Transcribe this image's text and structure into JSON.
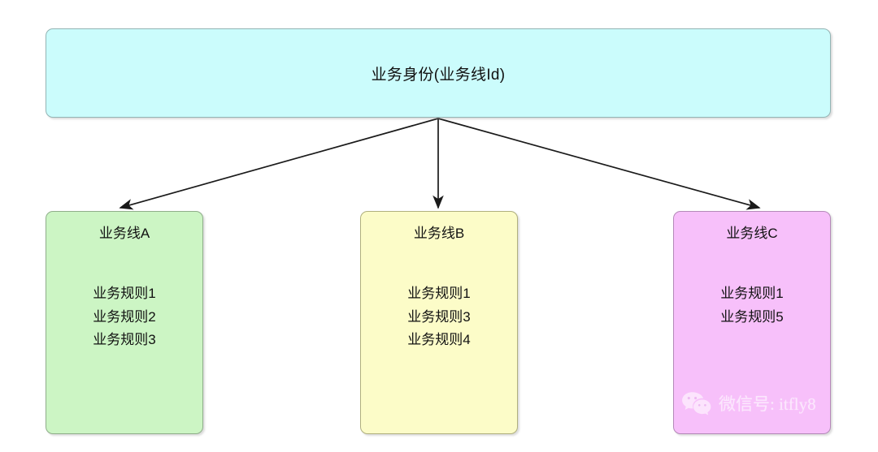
{
  "diagram": {
    "root": {
      "title": "业务身份(业务线Id)",
      "fill": "#cbfcfc"
    },
    "children": [
      {
        "title": "业务线A",
        "fill": "#ccf5c4",
        "rules": [
          "业务规则1",
          "业务规则2",
          "业务规则3"
        ]
      },
      {
        "title": "业务线B",
        "fill": "#fcfcc8",
        "rules": [
          "业务规则1",
          "业务规则3",
          "业务规则4"
        ]
      },
      {
        "title": "业务线C",
        "fill": "#f7c0fa",
        "rules": [
          "业务规则1",
          "业务规则5"
        ]
      }
    ],
    "connectors": {
      "style": "arrow",
      "color": "#1a1a1a",
      "count": 3
    }
  },
  "watermark": {
    "label": "微信号: itfly8",
    "icon": "wechat-icon"
  }
}
